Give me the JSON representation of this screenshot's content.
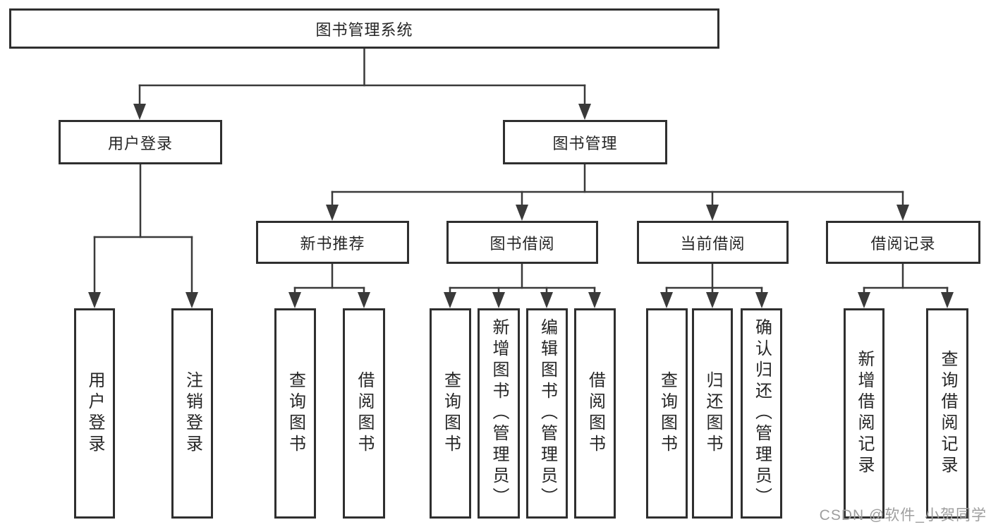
{
  "diagram": {
    "title": "图书管理系统",
    "level2": {
      "user_login_group": "用户登录",
      "book_management": "图书管理"
    },
    "level3": {
      "new_book_recommend": "新书推荐",
      "book_borrowing": "图书借阅",
      "current_borrowing": "当前借阅",
      "borrowing_records": "借阅记录"
    },
    "leaves": {
      "user_login": "用户登录",
      "logout": "注销登录",
      "recommend_query_books": "查询图书",
      "recommend_borrow_books": "借阅图书",
      "borrowing_query_books": "查询图书",
      "borrowing_add_books": "新增图书（管理员）",
      "borrowing_edit_books": "编辑图书（管理员）",
      "borrowing_borrow_books": "借阅图书",
      "current_query_books": "查询图书",
      "current_return_books": "归还图书",
      "current_confirm_return": "确认归还（管理员）",
      "records_add_record": "新增借阅记录",
      "records_query_record": "查询借阅记录"
    },
    "colors": {
      "line": "#3a3a3a",
      "border": "#2f2f2f",
      "text": "#262626",
      "background": "#ffffff"
    }
  },
  "watermark": {
    "text": "CSDN @软件_小贺同学",
    "color": "#9e9e9e"
  }
}
